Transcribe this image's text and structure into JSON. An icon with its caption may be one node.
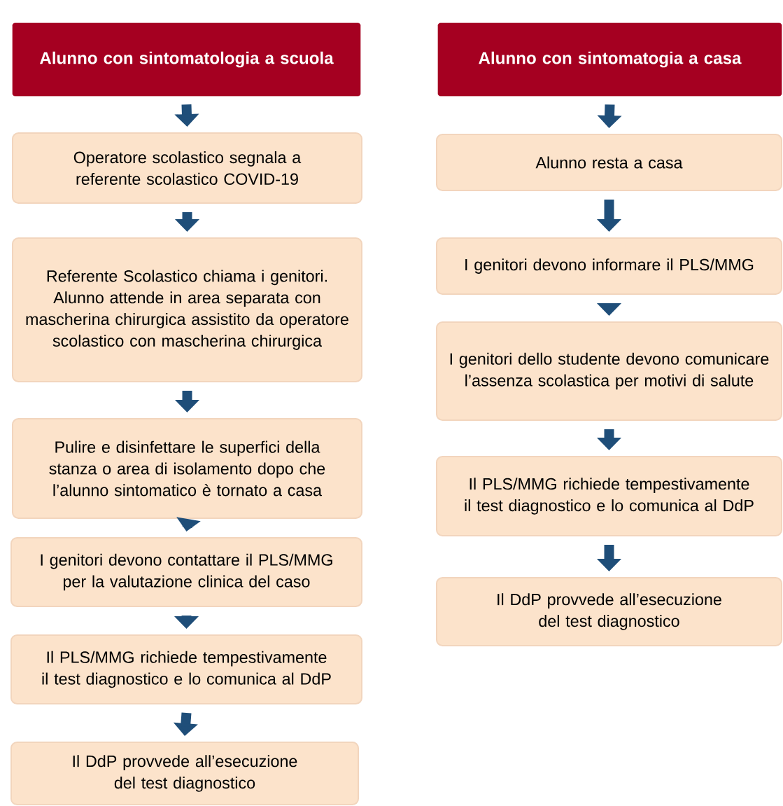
{
  "diagram": {
    "nodes": [
      {
        "text": [
          "Alunno con sintomatologia a scuola"
        ]
      },
      {
        "text": [
          "Operatore scolastico segnala a referente scolastico COVID-19"
        ]
      },
      {
        "text": [
          "Referente Scolastico chiama i genitori. Alunno attende in area separata con mascherina chirurgica assistito da operatore scolastico con mascherina chirurgica"
        ]
      },
      {
        "text": [
          "Pulire e disinfettare le superfici della stanza o area di isolamento dopo che l’alunno sintomatico è tornato a casa"
        ]
      },
      {
        "text": [
          "I genitori devono contattare il PLS/MMG per la valutazione clinica del caso"
        ]
      },
      {
        "text": [
          "Il PLS/MMG richiede tempestivamente il test diagnostico e lo comunica al DdP"
        ]
      },
      {
        "text": [
          "Il DdP provvede all’esecuzione del test diagnostico"
        ]
      },
      {
        "text": [
          "Alunno con sintomatogia a casa"
        ]
      },
      {
        "text": [
          "Alunno resta a casa"
        ]
      },
      {
        "text": [
          "I genitori devono informare il PLS/MMG"
        ]
      },
      {
        "text": [
          "I genitori dello studente devono comunicare l’assenza scolastica per motivi di salute"
        ]
      },
      {
        "text": [
          "Il PLS/MMG richiede tempestivamente il test diagnostico e lo comunica al DdP"
        ]
      },
      {
        "text": [
          "Il DdP provvede all’esecuzione del test diagnostico"
        ]
      }
    ],
    "edges": [
      {
        "from": 0,
        "to": 1,
        "arrow": "to"
      },
      {
        "from": 1,
        "to": 2,
        "arrow": "to"
      },
      {
        "from": 2,
        "to": 3,
        "arrow": "to"
      },
      {
        "from": 3,
        "to": 4,
        "arrow": "to"
      },
      {
        "from": 4,
        "to": 5,
        "arrow": "to"
      },
      {
        "from": 5,
        "to": 6,
        "arrow": "to"
      },
      {
        "from": 7,
        "to": 8,
        "arrow": "to"
      },
      {
        "from": 8,
        "to": 9,
        "arrow": "to"
      },
      {
        "from": 9,
        "to": 10,
        "arrow": "to"
      },
      {
        "from": 10,
        "to": 11,
        "arrow": "to"
      },
      {
        "from": 11,
        "to": 12,
        "arrow": "to"
      }
    ]
  }
}
